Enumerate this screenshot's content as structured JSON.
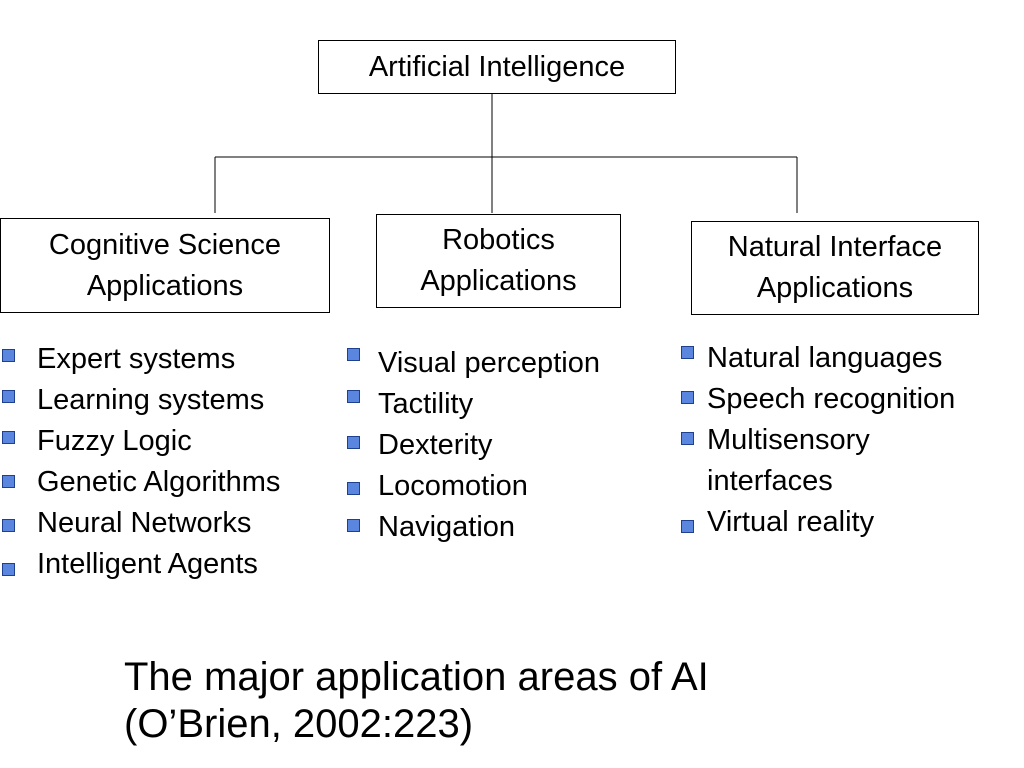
{
  "diagram": {
    "root": {
      "label": "Artificial Intelligence"
    },
    "branches": [
      {
        "title_lines": [
          "Cognitive Science",
          "Applications"
        ],
        "items": [
          "Expert systems",
          "Learning systems",
          "Fuzzy Logic",
          "Genetic Algorithms",
          "Neural Networks",
          "Intelligent Agents"
        ]
      },
      {
        "title_lines": [
          "Robotics",
          "Applications"
        ],
        "items": [
          "Visual perception",
          "Tactility",
          "Dexterity",
          "Locomotion",
          "Navigation"
        ]
      },
      {
        "title_lines": [
          "Natural Interface",
          "Applications"
        ],
        "items": [
          "Natural languages",
          "Speech recognition",
          "Multisensory",
          "interfaces",
          "Virtual reality"
        ]
      }
    ]
  },
  "caption": {
    "line1": "The major application areas of AI",
    "line2": "(O’Brien, 2002:223)"
  },
  "colors": {
    "bullet_fill": "#5b86e0",
    "bullet_border": "#1f3f8f",
    "line": "#000000",
    "text": "#000000"
  }
}
